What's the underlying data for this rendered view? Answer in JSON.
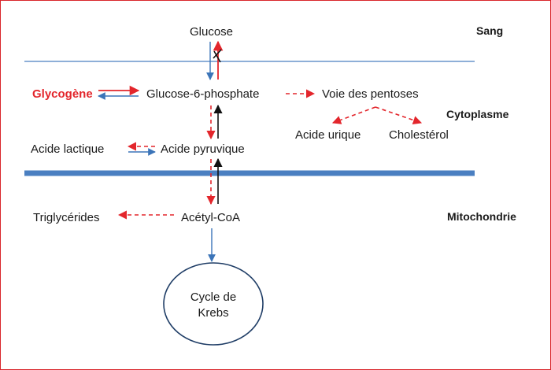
{
  "zones": {
    "blood": "Sang",
    "cytoplasm": "Cytoplasme",
    "mitochondria": "Mitochondrie"
  },
  "nodes": {
    "glucose": "Glucose",
    "glycogen": "Glycogène",
    "g6p": "Glucose-6-phosphate",
    "pentose": "Voie des pentoses",
    "uric": "Acide urique",
    "cholesterol": "Cholestérol",
    "lactic": "Acide lactique",
    "pyruvic": "Acide pyruvique",
    "triglycerides": "Triglycérides",
    "acetylcoa": "Acétyl-CoA",
    "krebs_line1": "Cycle de",
    "krebs_line2": "Krebs"
  },
  "colors": {
    "red": "#e3262c",
    "blue": "#3b74b8",
    "black": "#111111",
    "membrane_thin": "#4a7fc1",
    "membrane_thick": "#4a7fc1"
  }
}
